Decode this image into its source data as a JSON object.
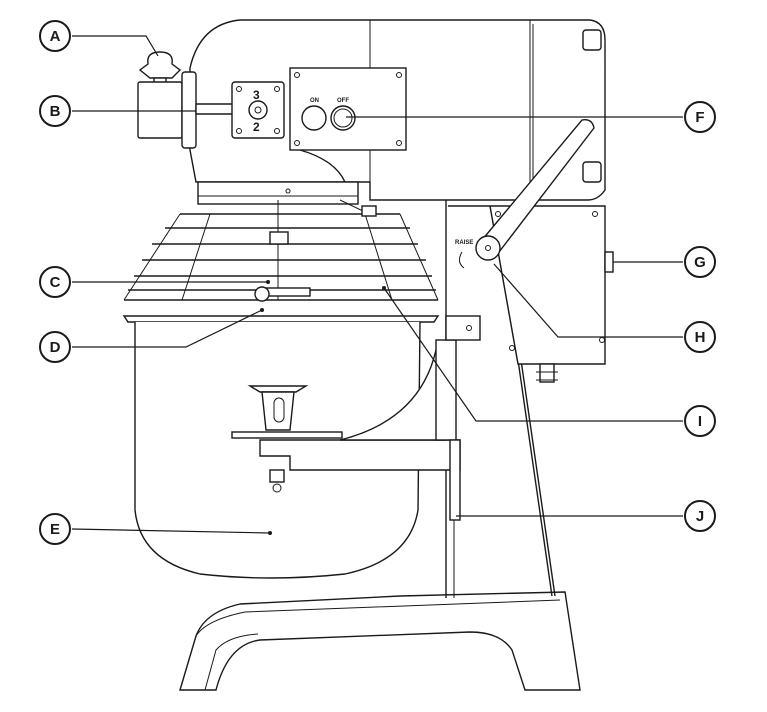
{
  "diagram": {
    "callouts": [
      {
        "id": "A",
        "label": "A"
      },
      {
        "id": "B",
        "label": "B"
      },
      {
        "id": "C",
        "label": "C"
      },
      {
        "id": "D",
        "label": "D"
      },
      {
        "id": "E",
        "label": "E"
      },
      {
        "id": "F",
        "label": "F"
      },
      {
        "id": "G",
        "label": "G"
      },
      {
        "id": "H",
        "label": "H"
      },
      {
        "id": "I",
        "label": "I"
      },
      {
        "id": "J",
        "label": "J"
      }
    ],
    "speed_selector": {
      "high": "3",
      "low": "2"
    },
    "switch_panel": {
      "on": "ON",
      "off": "OFF"
    },
    "raise_label": "RAISE"
  }
}
